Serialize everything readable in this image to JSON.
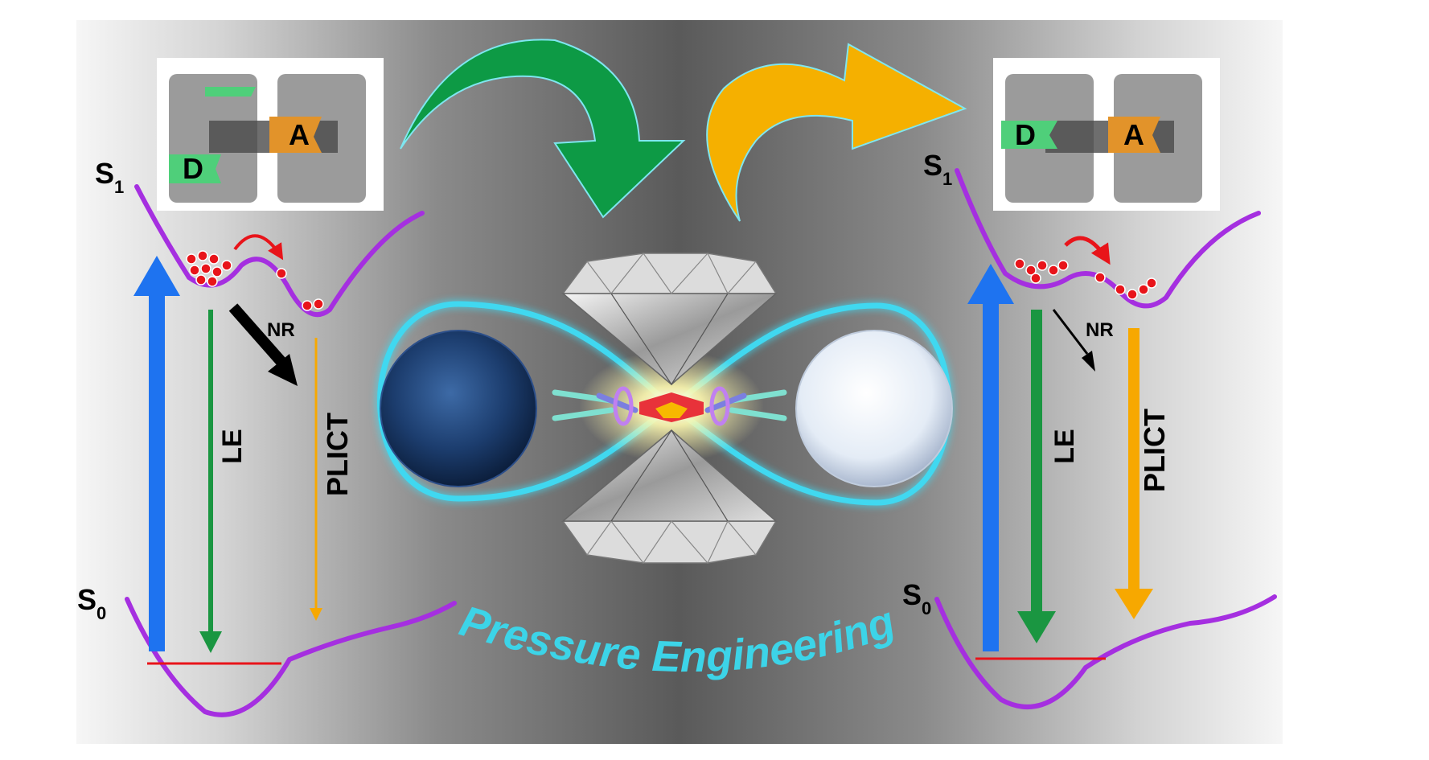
{
  "left_panel": {
    "s1_label": "S",
    "s1_sub": "1",
    "s0_label": "S",
    "s0_sub": "0",
    "nr_label": "NR",
    "le_label": "LE",
    "plict_label": "PLICT",
    "inset": {
      "donor_label": "D",
      "acceptor_label": "A"
    }
  },
  "right_panel": {
    "s1_label": "S",
    "s1_sub": "1",
    "s0_label": "S",
    "s0_sub": "0",
    "nr_label": "NR",
    "le_label": "LE",
    "plict_label": "PLICT",
    "inset": {
      "donor_label": "D",
      "acceptor_label": "A"
    }
  },
  "center": {
    "caption": "Pressure Engineering",
    "left_sphere": "dark-blue-emission-sphere",
    "right_sphere": "white-emission-sphere",
    "top_diamond": "diamond-anvil-top",
    "bottom_diamond": "diamond-anvil-bottom"
  },
  "colors": {
    "background_dark": "#666666",
    "background_light": "#f4f4f4",
    "potential_curve": "#a52fe0",
    "excitation_arrow": "#1e73f0",
    "le_arrow": "#1a9641",
    "plict_arrow": "#f7a800",
    "ground_level": "#e8141a",
    "caption": "#3cd4e8",
    "green_curved_arrow": "#0d9a45",
    "orange_curved_arrow": "#f5b000",
    "glow_loop": "#40d8f0"
  }
}
